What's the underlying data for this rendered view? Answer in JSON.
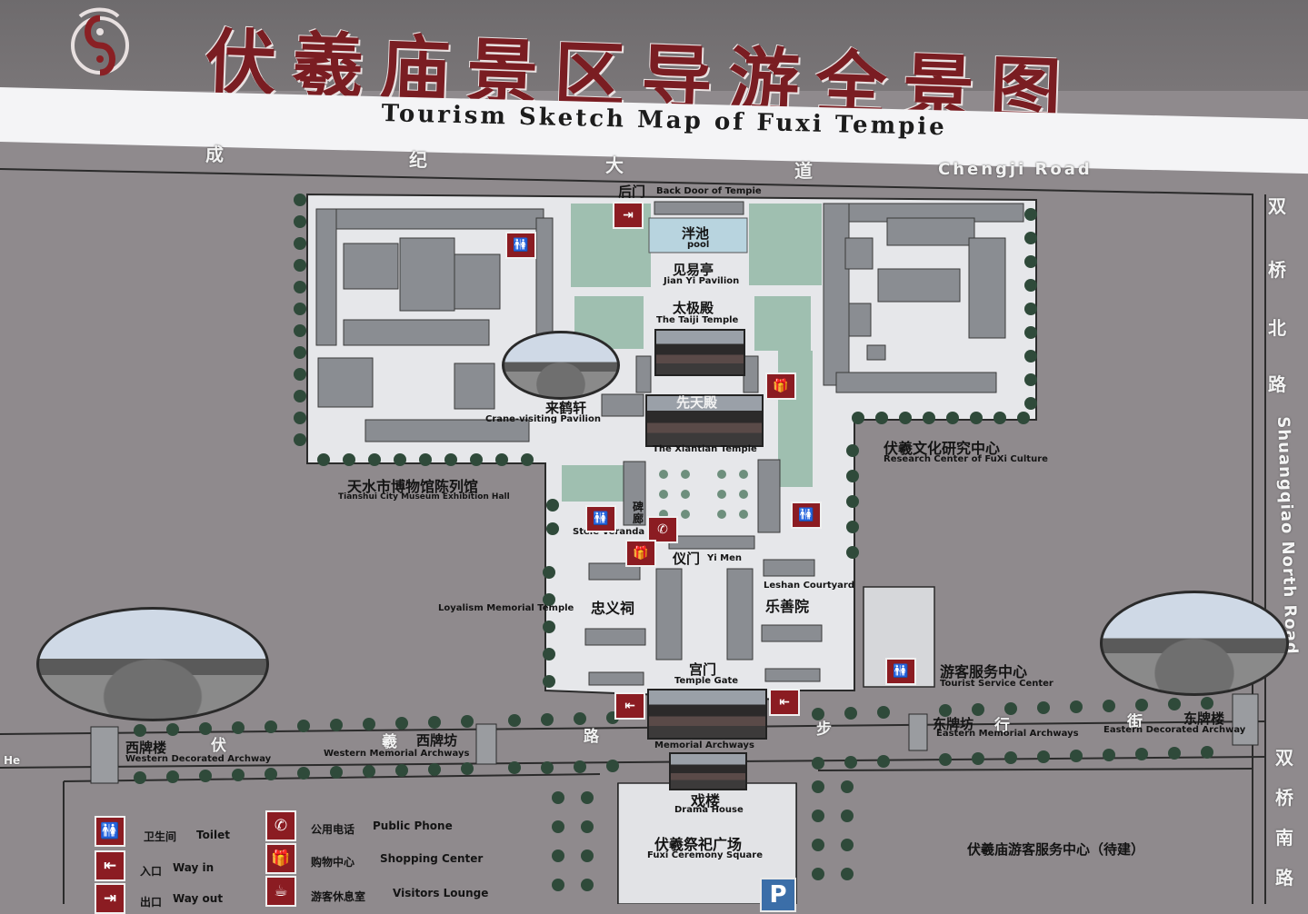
{
  "header": {
    "title_cn": "伏羲庙景区导游全景图",
    "title_en": "Tourism Sketch Map of Fuxi Tempie"
  },
  "roads": {
    "top_road_cn": [
      "成",
      "纪",
      "大",
      "道"
    ],
    "top_road_en": "Chengji Road",
    "right_north_cn": [
      "双",
      "桥",
      "北",
      "路"
    ],
    "right_north_en": "Shuangqiao North Road",
    "right_south_cn": [
      "双",
      "桥",
      "南",
      "路"
    ],
    "bottom_walk_cn": [
      "伏",
      "羲",
      "路",
      "步",
      "行",
      "街"
    ],
    "left_edge_en": "He"
  },
  "places": {
    "back_door": {
      "cn": "后门",
      "en": "Back Door of Tempie"
    },
    "pool": {
      "cn": "泮池",
      "en": "pool"
    },
    "jianyi": {
      "cn": "见易亭",
      "en": "Jian Yi Pavilion"
    },
    "taiji": {
      "cn": "太极殿",
      "en": "The Taiji Temple"
    },
    "crane": {
      "cn": "来鹤轩",
      "en": "Crane-visiting Pavilion"
    },
    "xiantian": {
      "cn": "先天殿",
      "en": "The Xiantian Temple"
    },
    "museum": {
      "cn": "天水市博物馆陈列馆",
      "en": "Tianshui City Museum Exhibition Hall"
    },
    "research": {
      "cn": "伏羲文化研究中心",
      "en": "Research Center of FuXi Culture"
    },
    "stele": {
      "cn": "碑廊",
      "en": "Stele Veranda"
    },
    "yimen": {
      "cn": "仪门",
      "en": "Yi Men"
    },
    "loyalism_en": "Loyalism Memorial Temple",
    "loyalism_cn": "忠义祠",
    "leshan": {
      "cn": "乐善院",
      "en": "Leshan Courtyard"
    },
    "temple_gate": {
      "cn": "宫门",
      "en": "Temple Gate"
    },
    "tourist_service": {
      "cn": "游客服务中心",
      "en": "Tourist Service Center"
    },
    "memorial_archways_en": "Memorial Archways",
    "west_decorated": {
      "cn": "西牌楼",
      "en": "Western Decorated Archway"
    },
    "west_memorial": {
      "cn": "西牌坊",
      "en": "Western Memorial Archways"
    },
    "east_memorial": {
      "cn": "东牌坊",
      "en": "Eastern Memorial Archways"
    },
    "east_decorated": {
      "cn": "东牌楼",
      "en": "Eastern Decorated Archway"
    },
    "drama": {
      "cn": "戏楼",
      "en": "Drama House"
    },
    "ceremony": {
      "cn": "伏羲祭祀广场",
      "en": "Fuxi Ceremony Square"
    },
    "future_center_cn": "伏羲庙游客服务中心（待建）",
    "parking": "P"
  },
  "legend": {
    "toilet": {
      "cn": "卫生间",
      "en": "Toilet"
    },
    "way_in": {
      "cn": "入口",
      "en": "Way in"
    },
    "way_out": {
      "cn": "出口",
      "en": "Way out"
    },
    "phone": {
      "cn": "公用电话",
      "en": "Public Phone"
    },
    "shopping": {
      "cn": "购物中心",
      "en": "Shopping Center"
    },
    "lounge": {
      "cn": "游客休息室",
      "en": "Visitors Lounge"
    }
  },
  "colors": {
    "board": "#8f8a8d",
    "temple_floor": "#e6e7ea",
    "lawn": "#9fbfb0",
    "roof": "#8a8d92",
    "title_red": "#7a1d22",
    "sign_red": "#8b1c22",
    "tree": "#2f4a3a"
  },
  "icons": {
    "logo": "taiji-dragon-logo",
    "toilet": "toilet-icon",
    "way_in": "entrance-arrow-icon",
    "way_out": "exit-arrow-icon",
    "phone": "phone-icon",
    "shopping": "gift-icon",
    "lounge": "coffee-cup-icon"
  }
}
